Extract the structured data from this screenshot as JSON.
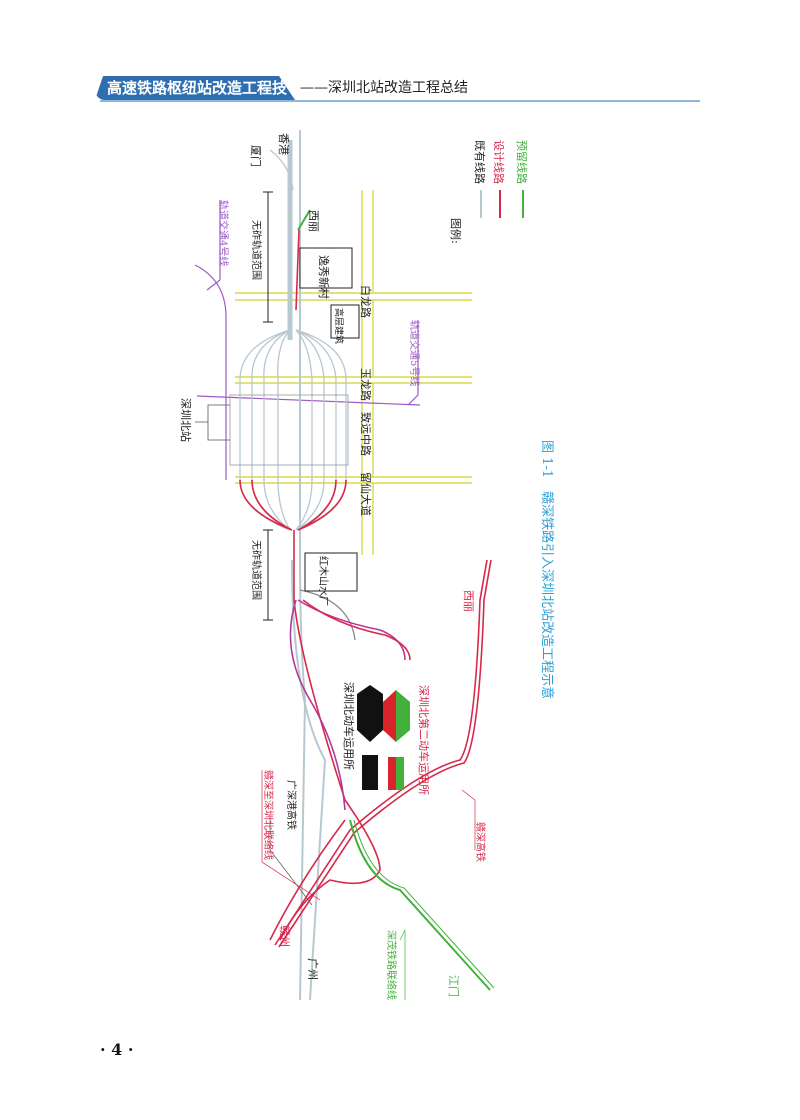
{
  "header": {
    "book_title": "高速铁路枢纽站改造工程技术",
    "chapter_subtitle": "——深圳北站改造工程总结"
  },
  "legend": {
    "title": "图例:",
    "items": [
      {
        "label": "既有线路",
        "color": "#b8c8d0"
      },
      {
        "label": "设计线路",
        "color": "#d8284a"
      },
      {
        "label": "预留线路",
        "color": "#44b03c"
      }
    ]
  },
  "diagram_labels": {
    "xiamen": "厦门",
    "hongkong": "香港",
    "xili_north": "西丽",
    "yixiu": "逸秀新村",
    "ballastless_1": "无砟轨道范围",
    "ballastless_2": "无砟轨道范围",
    "metro4": "轨道交通4号线",
    "metro5": "轨道交通5号线",
    "bailong": "白龙路",
    "highrise": "高层建筑",
    "yulong": "玉龙路",
    "station": "深圳北站",
    "zhiyuan": "致远中路",
    "liuxian": "留仙大道",
    "hongmushan": "红木山水厂",
    "depot1": "深圳北动车运用所",
    "depot2": "深圳北第二动车运用所",
    "xili_south": "西丽",
    "link_line": "赣深至深圳北联络线",
    "gsg": "广深港高铁",
    "gsgt": "赣深高铁",
    "ganzhou": "赣州",
    "guangzhou": "广州",
    "shenmao": "深茂铁路联络线",
    "jiangmen": "江门"
  },
  "caption": "图 1-1　赣深铁路引入深圳北站改造工程示意",
  "page_number": "· 4 ·",
  "colors": {
    "existing": "#b8c8d0",
    "design": "#d8284a",
    "reserved": "#44b03c",
    "metro": "#9b59c6",
    "road": "#d8d84a",
    "caption": "#2aa0d8",
    "header": "#2f6fb0"
  }
}
